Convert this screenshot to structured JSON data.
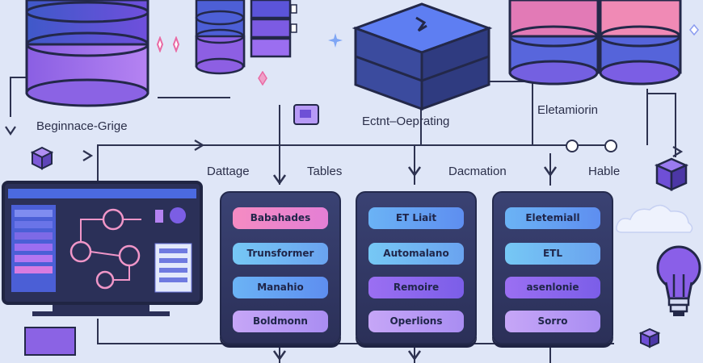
{
  "labels": {
    "top_left": "Beginnace-Grige",
    "top_center": "Ectnt–Oeprating",
    "top_right": "Eletamiorin",
    "row_1": "Dattage",
    "row_2": "Tables",
    "row_3": "Dacmation",
    "row_4": "Hable"
  },
  "panels": [
    {
      "items": [
        "Babahades",
        "Trunsformer",
        "Manahio",
        "Boldmonn"
      ]
    },
    {
      "items": [
        "ET Liait",
        "Automalano",
        "Remoire",
        "Operlions"
      ]
    },
    {
      "items": [
        "Eletemiall",
        "ETL",
        "asenlonie",
        "Sorro"
      ]
    }
  ],
  "colors": {
    "background": "#dfe6f7",
    "panel": "#2f3561",
    "pink": "#f58bc2",
    "blue": "#6aa3ef",
    "purple": "#8a66ee"
  },
  "icons": [
    "database-icon",
    "server-stack-icon",
    "monitor-icon",
    "cube-icon",
    "lightbulb-icon",
    "cloud-icon",
    "sparkle-icon"
  ]
}
